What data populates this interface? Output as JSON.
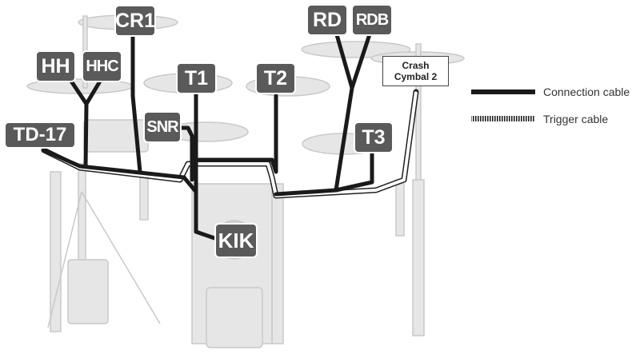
{
  "labels": {
    "cr1": "CR1",
    "rd": "RD",
    "rdb": "RDB",
    "hh": "HH",
    "hhc": "HHC",
    "t1": "T1",
    "t2": "T2",
    "t3": "T3",
    "snr": "SNR",
    "td17": "TD-17",
    "kik": "KIK",
    "crash_line1": "Crash",
    "crash_line2": "Cymbal 2"
  },
  "legend": {
    "connection": "Connection cable",
    "trigger": "Trigger cable"
  },
  "colors": {
    "connection_cable": "#1a1a1a",
    "trigger_cable": "#1a1a1a",
    "label_bg": "#5a5a5a",
    "hardware": "#d9d9d9"
  }
}
